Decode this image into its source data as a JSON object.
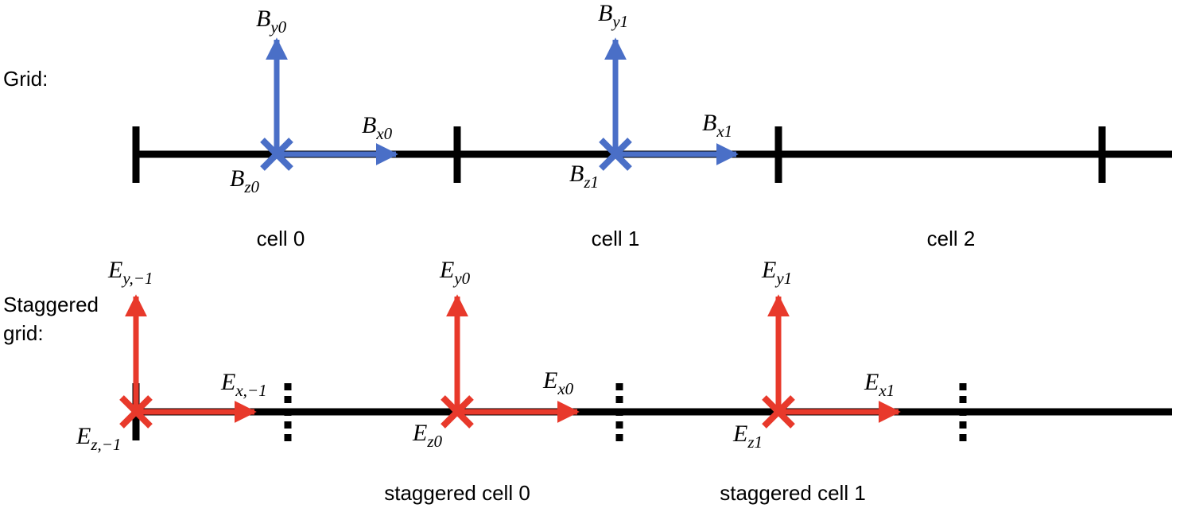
{
  "colors": {
    "axis": "#000000",
    "b_field": "#4A6FC7",
    "e_field": "#E8392B"
  },
  "grid": {
    "title": "Grid:",
    "cell_labels": [
      "cell 0",
      "cell 1",
      "cell 2"
    ],
    "vectors": [
      {
        "y": {
          "base": "B",
          "sub": "y0"
        },
        "x": {
          "base": "B",
          "sub": "x0"
        },
        "z": {
          "base": "B",
          "sub": "z0"
        }
      },
      {
        "y": {
          "base": "B",
          "sub": "y1"
        },
        "x": {
          "base": "B",
          "sub": "x1"
        },
        "z": {
          "base": "B",
          "sub": "z1"
        }
      }
    ]
  },
  "staggered": {
    "title_line1": "Staggered",
    "title_line2": "grid:",
    "cell_labels": [
      "staggered cell 0",
      "staggered cell 1"
    ],
    "vectors": [
      {
        "y": {
          "base": "E",
          "sub": "y,−1"
        },
        "x": {
          "base": "E",
          "sub": "x,−1"
        },
        "z": {
          "base": "E",
          "sub": "z,−1"
        }
      },
      {
        "y": {
          "base": "E",
          "sub": "y0"
        },
        "x": {
          "base": "E",
          "sub": "x0"
        },
        "z": {
          "base": "E",
          "sub": "z0"
        }
      },
      {
        "y": {
          "base": "E",
          "sub": "y1"
        },
        "x": {
          "base": "E",
          "sub": "x1"
        },
        "z": {
          "base": "E",
          "sub": "z1"
        }
      }
    ]
  }
}
